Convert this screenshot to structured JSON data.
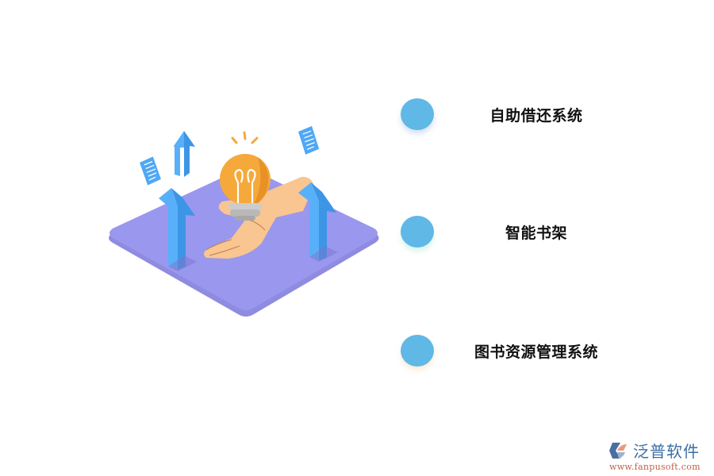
{
  "features": [
    {
      "label": "自助借还系统",
      "dot_color": "#5fb8e6"
    },
    {
      "label": "智能书架",
      "dot_color": "#5fb8e6"
    },
    {
      "label": "图书资源管理系统",
      "dot_color": "#5fb8e6"
    }
  ],
  "illustration": {
    "description": "isometric purple platform with hand holding a light bulb, blue up arrows and floating documents",
    "platform_color": "#9a97ee",
    "arrow_color": "#4fa8f5",
    "bulb_color": "#f5a93a",
    "hand_color": "#f9c590"
  },
  "logo": {
    "brand": "泛普软件",
    "url": "www.fanpusoft.com",
    "brand_color": "#3a6ea5",
    "url_color": "#c0614a"
  }
}
